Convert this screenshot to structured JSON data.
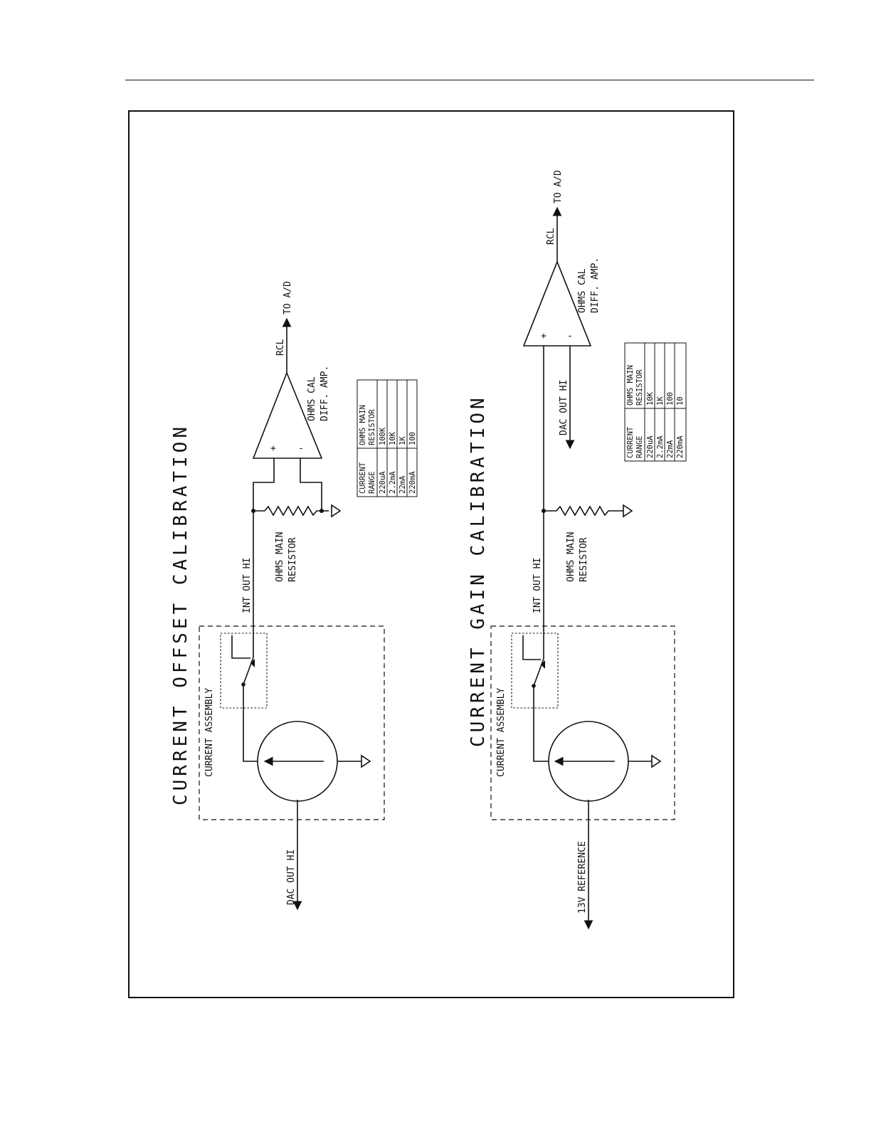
{
  "offset": {
    "title": "CURRENT OFFSET CALIBRATION",
    "assembly": "CURRENT ASSEMBLY",
    "input": "DAC OUT HI",
    "node": "INT OUT HI",
    "resistor": [
      "OHMS MAIN",
      "RESISTOR"
    ],
    "amp": [
      "OHMS CAL",
      "DIFF. AMP."
    ],
    "plus": "+",
    "minus": "-",
    "output_net": "RCL",
    "output": "TO A/D",
    "table": {
      "headers": [
        [
          "CURRENT",
          "RANGE"
        ],
        [
          "OHMS MAIN",
          "RESISTOR"
        ]
      ],
      "rows": [
        [
          "220uA",
          "100K"
        ],
        [
          "2.2mA",
          "10K"
        ],
        [
          "22mA",
          "1K"
        ],
        [
          "220mA",
          "100"
        ]
      ]
    }
  },
  "gain": {
    "title": "CURRENT GAIN CALIBRATION",
    "assembly": "CURRENT ASSEMBLY",
    "input": "13V REFERENCE",
    "node": "INT OUT HI",
    "resistor": [
      "OHMS MAIN",
      "RESISTOR"
    ],
    "amp_input": "DAC OUT HI",
    "amp": [
      "OHMS CAL",
      "DIFF. AMP."
    ],
    "plus": "+",
    "minus": "-",
    "output_net": "RCL",
    "output": "TO A/D",
    "table": {
      "headers": [
        [
          "CURRENT",
          "RANGE"
        ],
        [
          "OHMS MAIN",
          "RESISTOR"
        ]
      ],
      "rows": [
        [
          "220uA",
          "10K"
        ],
        [
          "2.2mA",
          "1K"
        ],
        [
          "22mA",
          "100"
        ],
        [
          "220mA",
          "10"
        ]
      ]
    }
  }
}
